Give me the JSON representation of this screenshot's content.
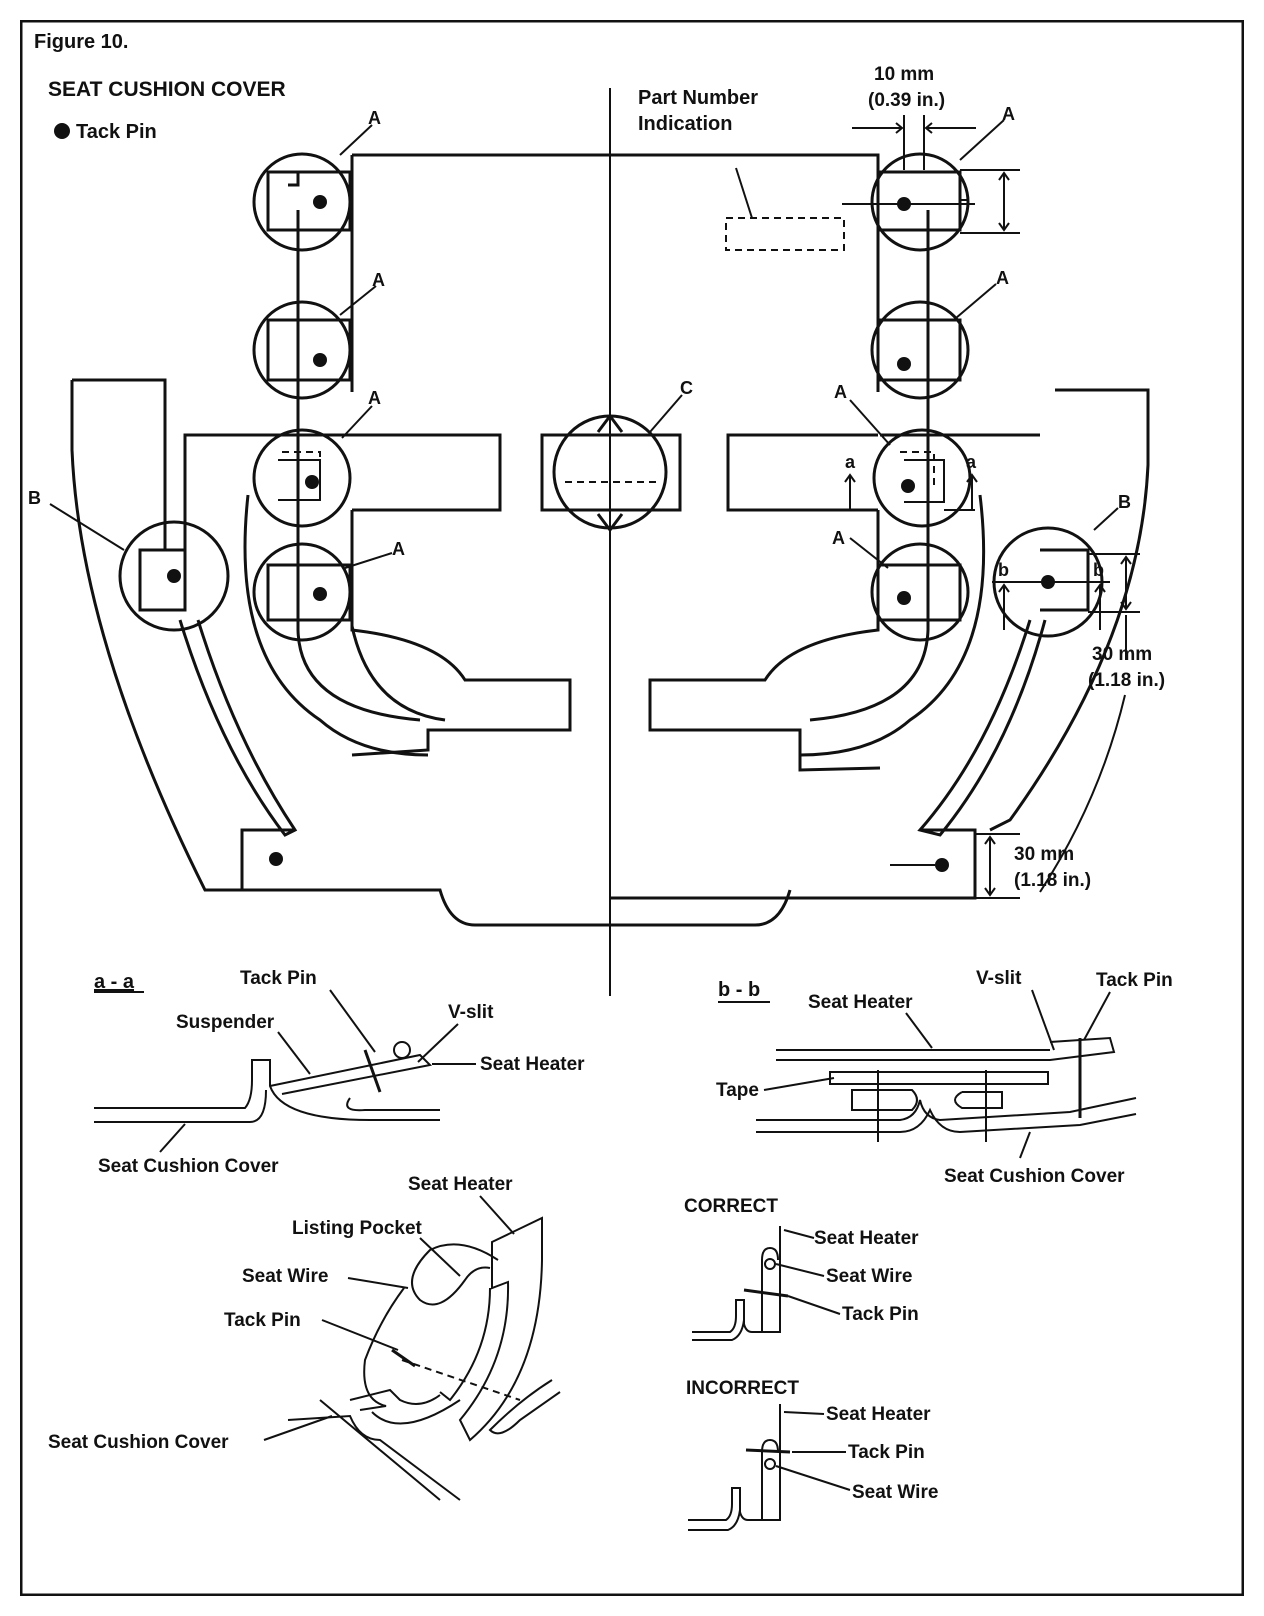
{
  "figure": {
    "title": "Figure 10.",
    "heading": "SEAT CUSHION COVER",
    "legend_tack_pin": "Tack Pin",
    "callouts": {
      "A": "A",
      "B": "B",
      "C": "C",
      "a": "a",
      "b": "b"
    },
    "part_number_line1": "Part Number",
    "part_number_line2": "Indication",
    "dim_10mm": "10 mm",
    "dim_10mm_in": "(0.39 in.)",
    "dim_30mm": "30 mm",
    "dim_30mm_in": "(1.18 in.)"
  },
  "section_aa": {
    "title": "a - a",
    "tack_pin": "Tack Pin",
    "suspender": "Suspender",
    "v_slit": "V-slit",
    "seat_heater": "Seat Heater",
    "seat_cushion_cover": "Seat Cushion Cover"
  },
  "section_bb": {
    "title": "b - b",
    "seat_heater": "Seat Heater",
    "v_slit": "V-slit",
    "tack_pin": "Tack Pin",
    "tape": "Tape",
    "seat_cushion_cover": "Seat Cushion Cover"
  },
  "pocket_detail": {
    "seat_heater": "Seat Heater",
    "listing_pocket": "Listing Pocket",
    "seat_wire": "Seat Wire",
    "tack_pin": "Tack Pin",
    "seat_cushion_cover": "Seat Cushion Cover"
  },
  "correct": {
    "title": "CORRECT",
    "seat_heater": "Seat Heater",
    "seat_wire": "Seat Wire",
    "tack_pin": "Tack Pin"
  },
  "incorrect": {
    "title": "INCORRECT",
    "seat_heater": "Seat Heater",
    "tack_pin": "Tack Pin",
    "seat_wire": "Seat Wire"
  }
}
